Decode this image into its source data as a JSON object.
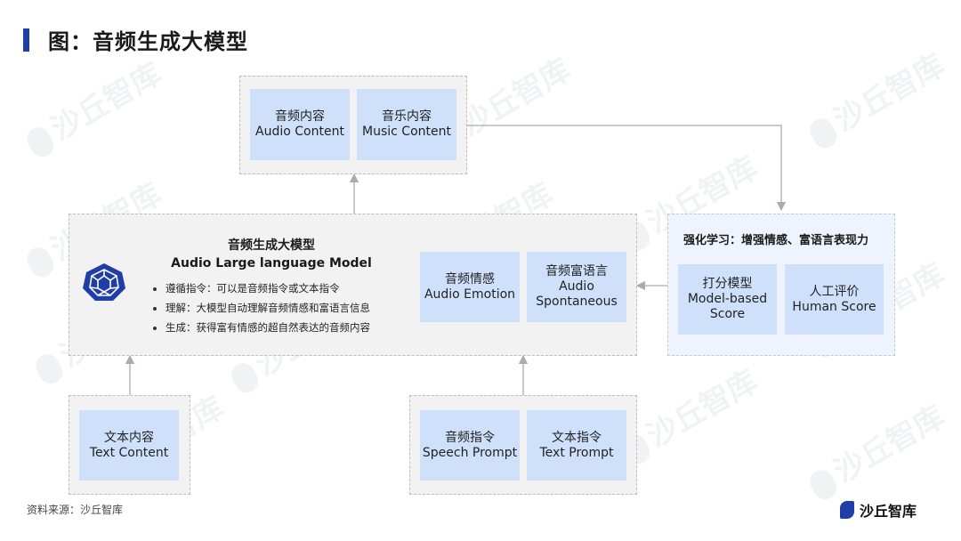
{
  "title": "图：音频生成大模型",
  "watermark": "沙丘智库",
  "outputs": {
    "audio_content": {
      "zh": "音频内容",
      "en": "Audio Content"
    },
    "music_content": {
      "zh": "音乐内容",
      "en": "Music Content"
    }
  },
  "model": {
    "title_zh": "音频生成大模型",
    "title_en": "Audio Large language Model",
    "bullets": [
      "遵循指令：可以是音频指令或文本指令",
      "理解：大模型自动理解音频情感和富语言信息",
      "生成：获得富有情感的超自然表达的音频内容"
    ],
    "audio_emotion": {
      "zh": "音频情感",
      "en": "Audio Emotion"
    },
    "audio_spontaneous": {
      "zh": "音频富语言",
      "en1": "Audio",
      "en2": "Spontaneous"
    }
  },
  "rl": {
    "title": "强化学习：增强情感、富语言表现力",
    "model_score": {
      "zh": "打分模型",
      "en1": "Model-based",
      "en2": "Score"
    },
    "human_score": {
      "zh": "人工评价",
      "en": "Human Score"
    }
  },
  "inputs": {
    "text_content": {
      "zh": "文本内容",
      "en": "Text Content"
    },
    "speech_prompt": {
      "zh": "音频指令",
      "en": "Speech Prompt"
    },
    "text_prompt": {
      "zh": "文本指令",
      "en": "Text Prompt"
    }
  },
  "source": "资料来源：沙丘智库",
  "logo_text": "沙丘智库",
  "colors": {
    "accent": "#1f3ea8",
    "cell": "#cfe0fb",
    "panel": "#f2f2f2",
    "arrow": "#a8abb0"
  }
}
